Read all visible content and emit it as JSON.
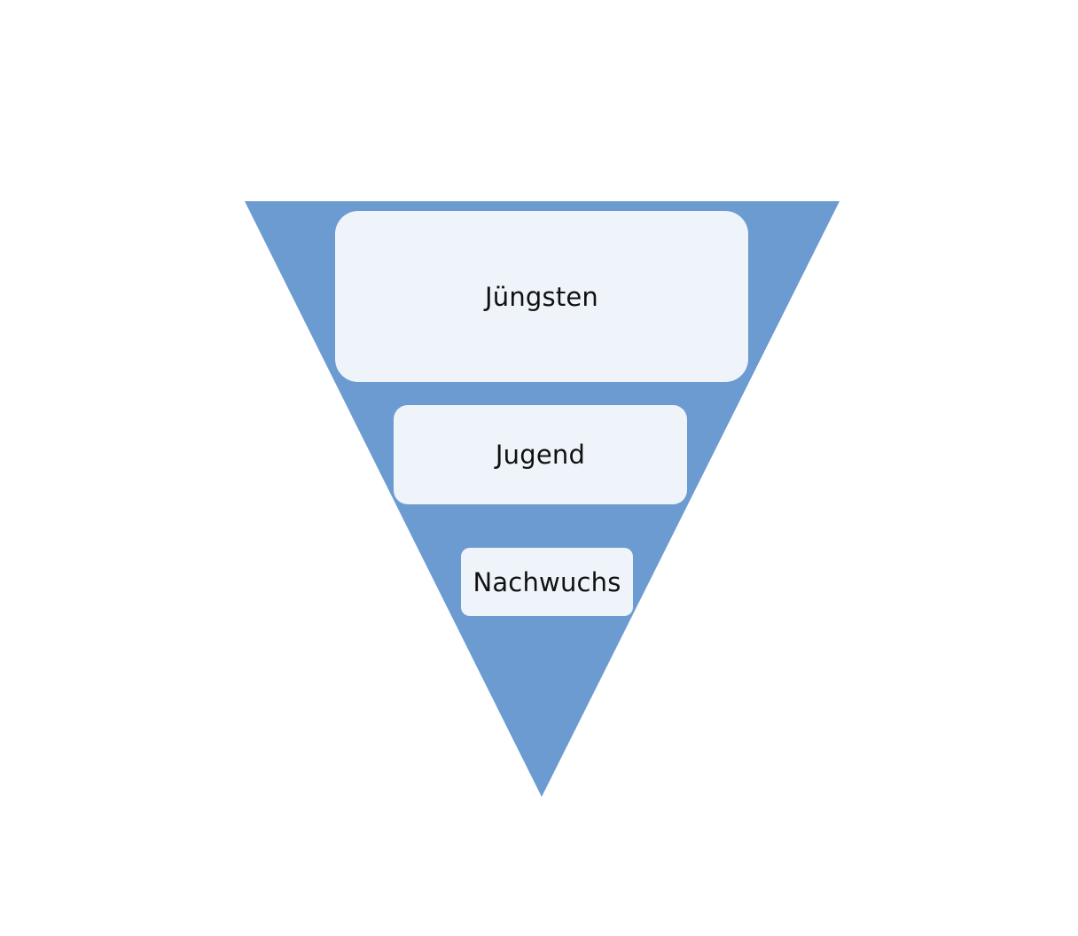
{
  "diagram": {
    "type": "inverted-pyramid",
    "colors": {
      "triangle_fill": "#6b9bd1",
      "box_fill": "#eff4fb",
      "text": "#111111",
      "background": "#ffffff"
    },
    "levels": [
      {
        "label": "Jüngsten"
      },
      {
        "label": "Jugend"
      },
      {
        "label": "Nachwuchs"
      }
    ]
  }
}
